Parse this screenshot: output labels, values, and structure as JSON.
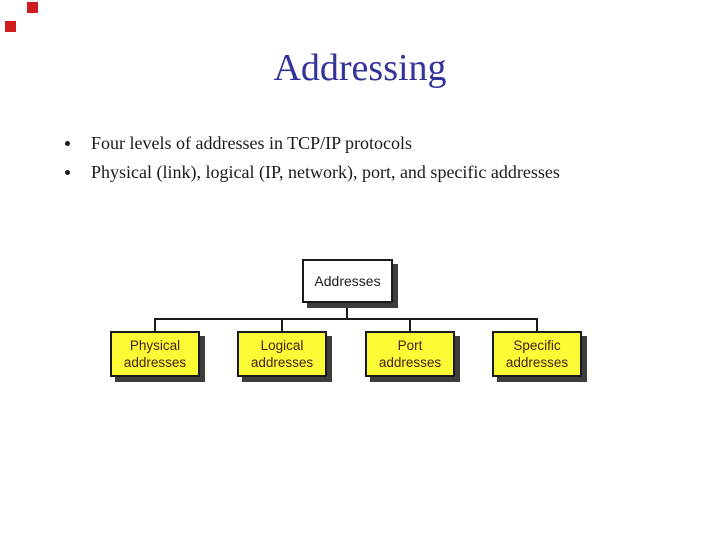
{
  "slide": {
    "title": "Addressing",
    "bullets": [
      "Four levels of addresses in TCP/IP protocols",
      "Physical (link), logical (IP, network), port, and specific addresses"
    ]
  },
  "diagram": {
    "type": "tree",
    "root": {
      "label": "Addresses"
    },
    "children": [
      {
        "label": "Physical addresses",
        "line1": "Physical",
        "line2": "addresses"
      },
      {
        "label": "Logical addresses",
        "line1": "Logical",
        "line2": "addresses"
      },
      {
        "label": "Port addresses",
        "line1": "Port",
        "line2": "addresses"
      },
      {
        "label": "Specific addresses",
        "line1": "Specific",
        "line2": "addresses"
      }
    ]
  },
  "colors": {
    "title_blue": "#333399",
    "body_text": "#1a1a1a",
    "box_border": "#1a1a1a",
    "child_box_fill": "#fbfb35",
    "child_box_text": "#4b2114",
    "box_shadow": "#3d3d3d",
    "corner_marker_red": "#cf1d1d",
    "background": "#ffffff"
  }
}
